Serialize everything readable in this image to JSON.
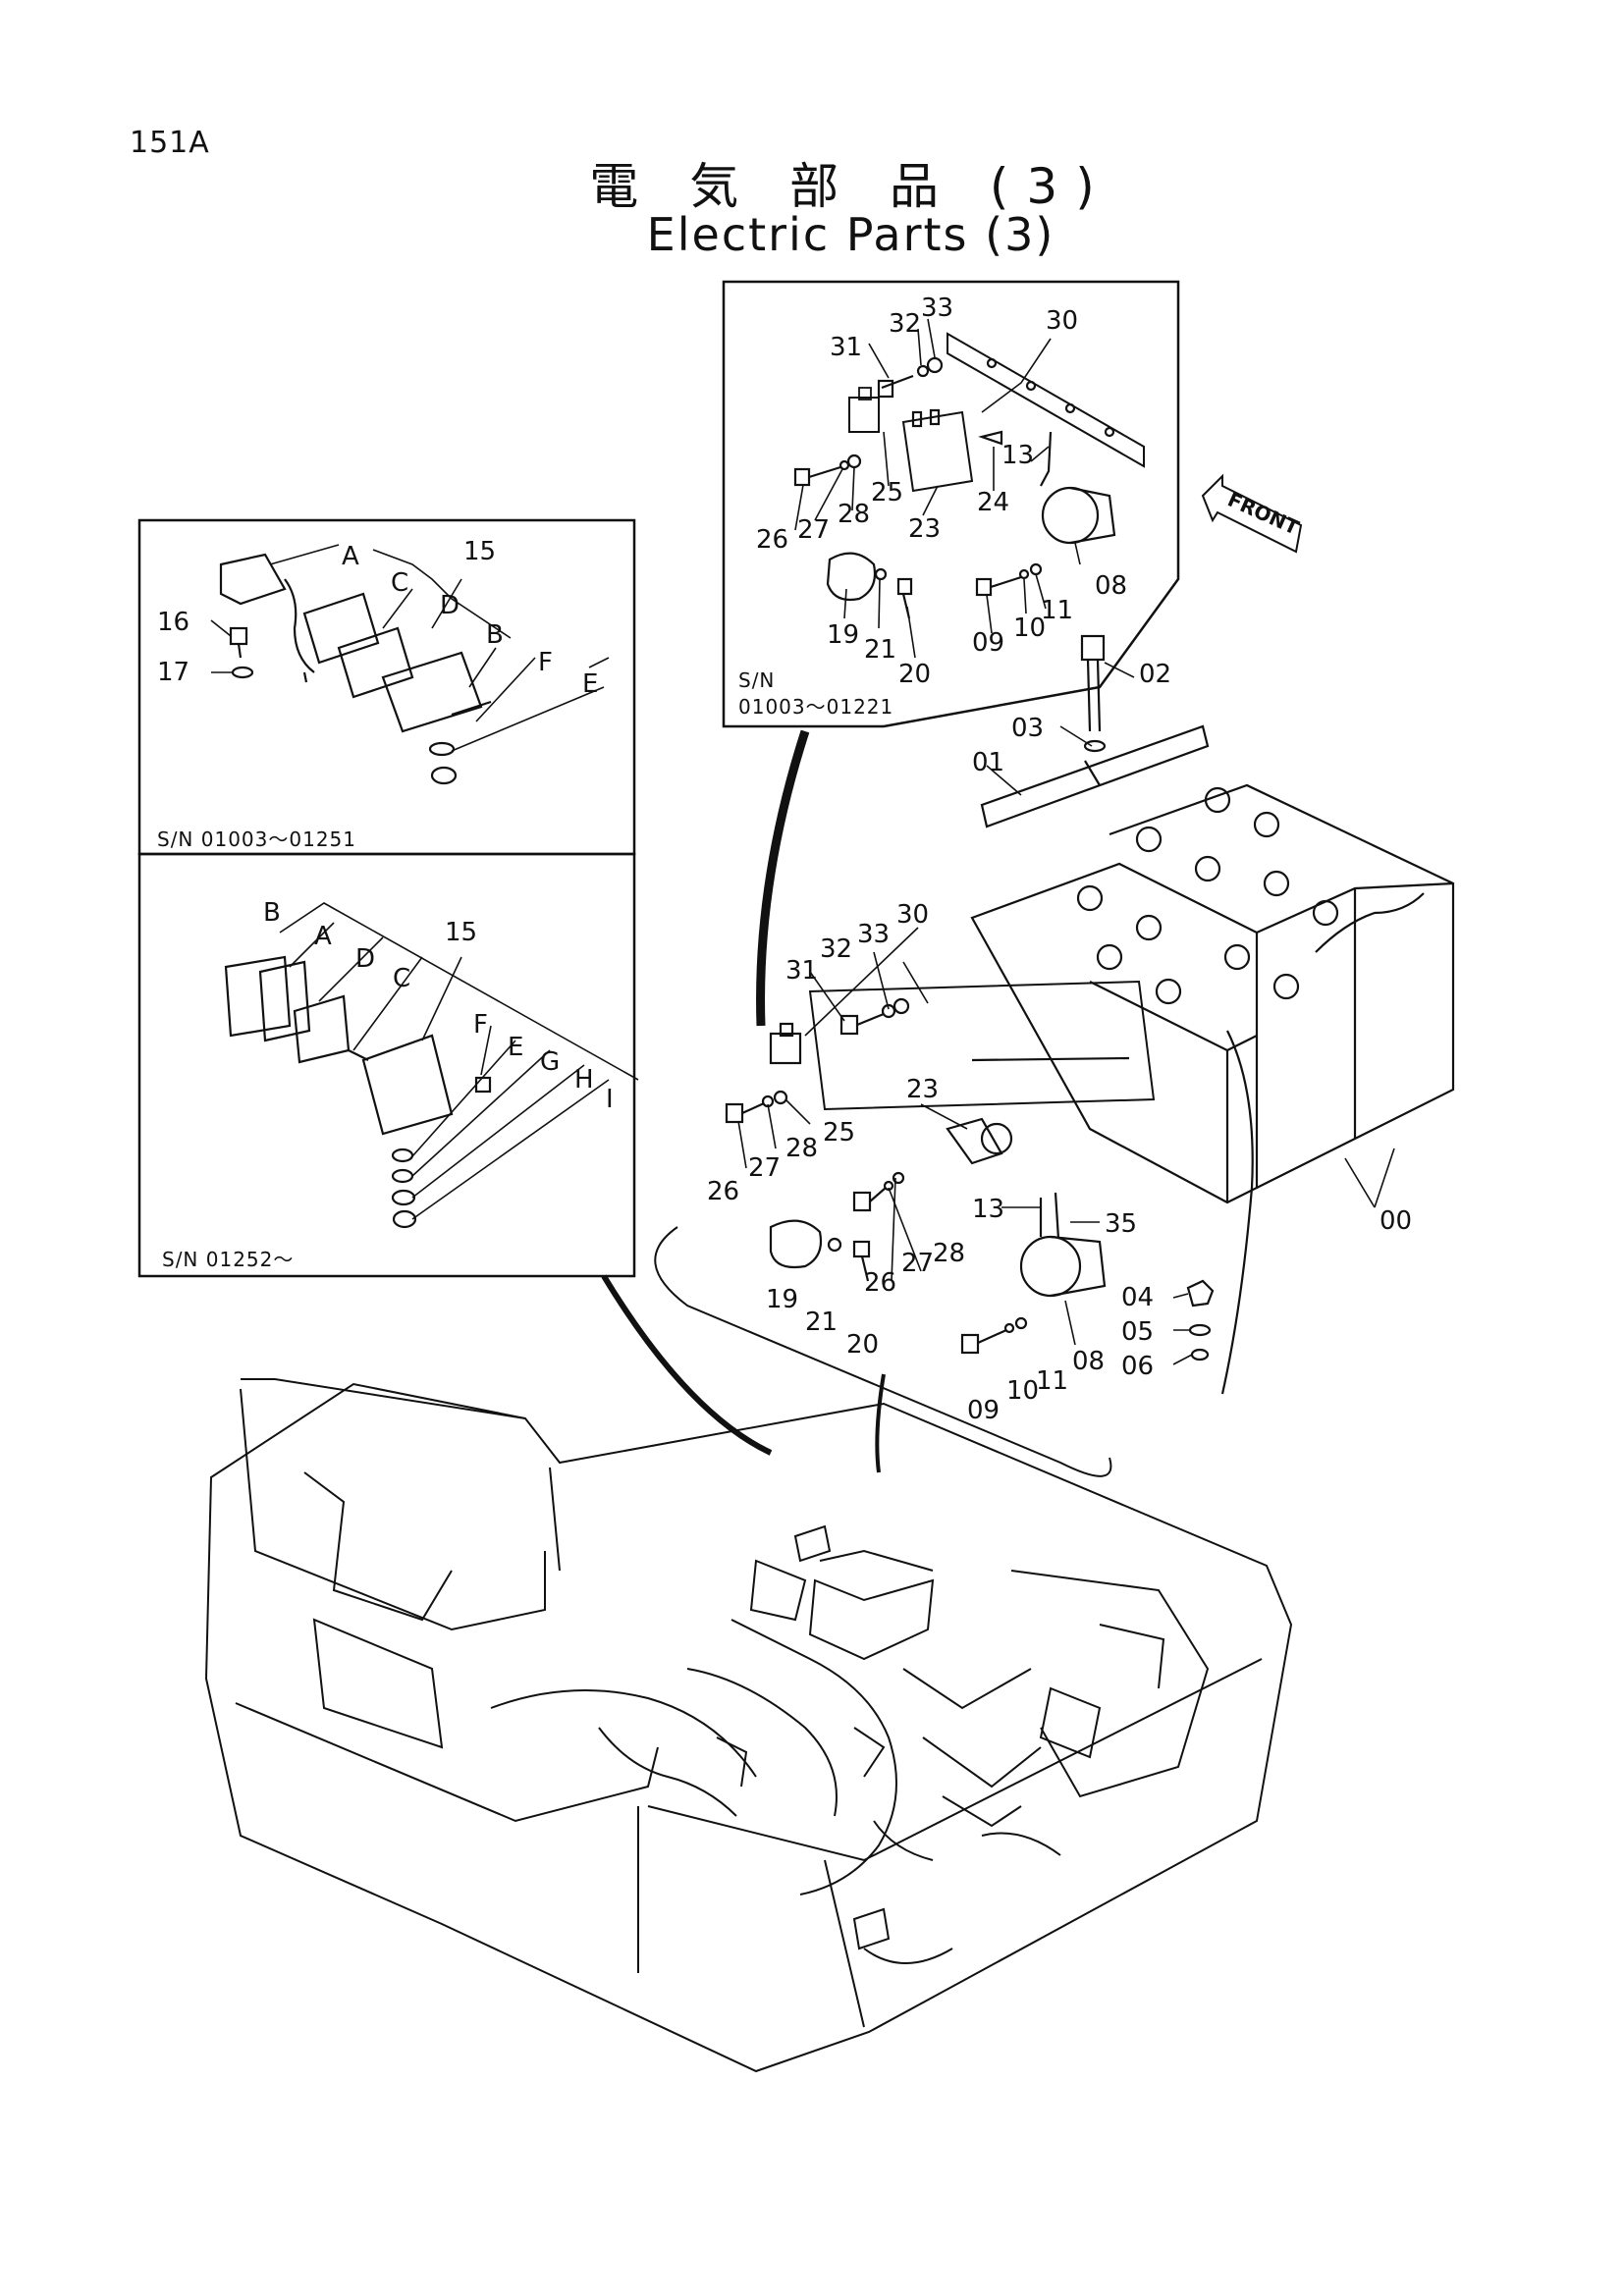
{
  "page_number": "151A",
  "title_jp": "電 気 部 品 (3)",
  "title_en": "Electric Parts (3)",
  "front_label": "FRONT",
  "inset_top_right": {
    "serial_label_1": "S/N",
    "serial_label_2": "01003～01221",
    "callouts": [
      "33",
      "32",
      "30",
      "31",
      "13",
      "25",
      "24",
      "26",
      "27",
      "28",
      "23",
      "08",
      "19",
      "21",
      "20",
      "09",
      "10",
      "11"
    ]
  },
  "inset_lamp_old": {
    "serial_label": "S/N 01003～01251",
    "callouts": [
      "A",
      "15",
      "C",
      "D",
      "16",
      "B",
      "17",
      "F",
      "E"
    ]
  },
  "inset_lamp_new": {
    "serial_label": "S/N 01252～",
    "callouts": [
      "B",
      "15",
      "A",
      "D",
      "C",
      "F",
      "E",
      "G",
      "H",
      "I"
    ]
  },
  "main_callouts": [
    "02",
    "03",
    "01",
    "30",
    "33",
    "32",
    "31",
    "23",
    "25",
    "28",
    "27",
    "26",
    "13",
    "35",
    "27",
    "28",
    "26",
    "19",
    "21",
    "20",
    "04",
    "05",
    "06",
    "08",
    "09",
    "10",
    "11",
    "00"
  ]
}
